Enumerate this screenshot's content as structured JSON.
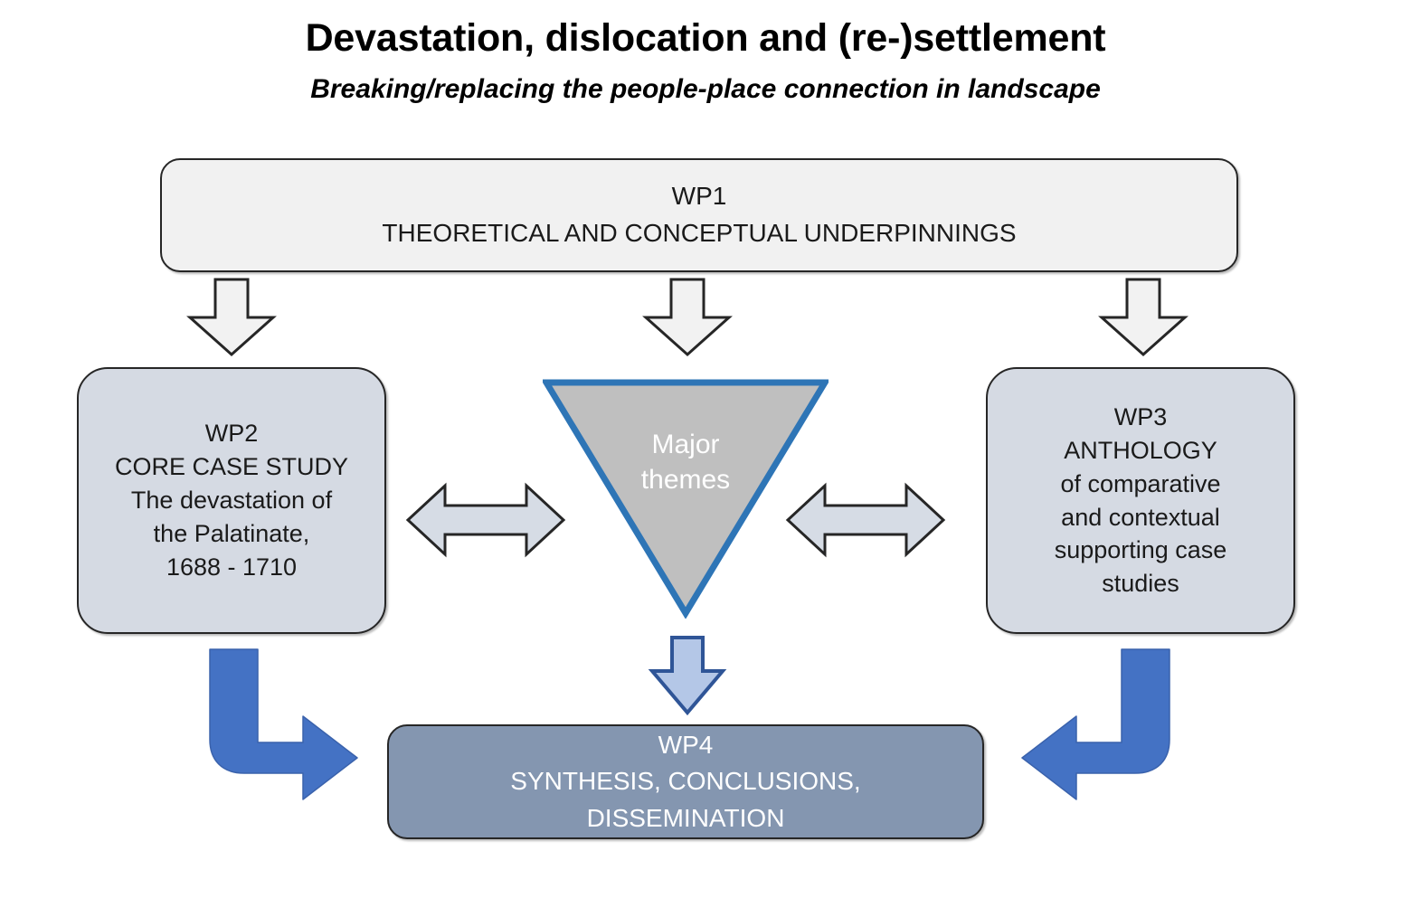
{
  "header": {
    "title": "Devastation, dislocation and (re-)settlement",
    "subtitle": "Breaking/replacing the people-place connection in landscape"
  },
  "colors": {
    "box_light": "#F1F1F1",
    "box_blue_grey": "#D5DAE3",
    "box_slate": "#8496B0",
    "triangle_fill": "#BFBFBF",
    "triangle_border": "#2E75B6",
    "arrow_blue": "#4472C4",
    "arrow_pale_blue": "#B4C7E7",
    "arrow_pale_blue_border": "#2F5597",
    "arrow_grey_fill": "#D6DCE5",
    "arrow_white_fill": "#F2F2F2",
    "arrow_outline": "#262626",
    "text_dark": "#1a1a1a",
    "text_light": "#ffffff"
  },
  "nodes": {
    "wp1": {
      "id": "WP1",
      "lines": [
        "WP1",
        "THEORETICAL AND CONCEPTUAL UNDERPINNINGS"
      ]
    },
    "wp2": {
      "id": "WP2",
      "lines": [
        "WP2",
        "CORE CASE STUDY",
        "The devastation of",
        "the Palatinate,",
        "1688 - 1710"
      ]
    },
    "wp3": {
      "id": "WP3",
      "lines": [
        "WP3",
        "ANTHOLOGY",
        "of comparative",
        "and contextual",
        "supporting case",
        "studies"
      ]
    },
    "wp4": {
      "id": "WP4",
      "lines": [
        "WP4",
        "SYNTHESIS, CONCLUSIONS,",
        "DISSEMINATION"
      ]
    },
    "hub": {
      "id": "Major themes",
      "lines": [
        "Major",
        "themes"
      ]
    }
  },
  "connectors": [
    {
      "name": "wp1-to-wp2-arrow",
      "icon": "arrow-down-icon",
      "from": "WP1",
      "to": "WP2",
      "style": "outlined-white-down-arrow"
    },
    {
      "name": "wp1-to-hub-arrow",
      "icon": "arrow-down-icon",
      "from": "WP1",
      "to": "Major themes",
      "style": "outlined-white-down-arrow"
    },
    {
      "name": "wp1-to-wp3-arrow",
      "icon": "arrow-down-icon",
      "from": "WP1",
      "to": "WP3",
      "style": "outlined-white-down-arrow"
    },
    {
      "name": "wp2-hub-double-arrow",
      "icon": "arrow-left-right-icon",
      "from": "WP2",
      "to": "Major themes",
      "style": "grey-double-arrow"
    },
    {
      "name": "hub-wp3-double-arrow",
      "icon": "arrow-left-right-icon",
      "from": "Major themes",
      "to": "WP3",
      "style": "grey-double-arrow"
    },
    {
      "name": "hub-to-wp4-arrow",
      "icon": "arrow-down-icon",
      "from": "Major themes",
      "to": "WP4",
      "style": "pale-blue-down-arrow"
    },
    {
      "name": "wp2-to-wp4-arrow",
      "icon": "arrow-elbow-down-right-icon",
      "from": "WP2",
      "to": "WP4",
      "style": "blue-elbow-arrow"
    },
    {
      "name": "wp3-to-wp4-arrow",
      "icon": "arrow-elbow-down-left-icon",
      "from": "WP3",
      "to": "WP4",
      "style": "blue-elbow-arrow"
    }
  ]
}
